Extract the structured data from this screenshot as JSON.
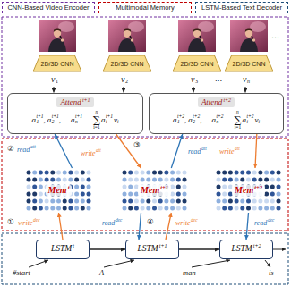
{
  "diagram": {
    "nodes": [
      {
        "text": [
          "CNN-Based Video Encoder"
        ]
      },
      {
        "text": [
          "Multimodal Memory"
        ]
      },
      {
        "text": [
          "LSTM-Based Text Decoder"
        ]
      },
      {
        "text": [
          "2D/3D CNN"
        ]
      },
      {
        "text": [
          "2D/3D CNN"
        ]
      },
      {
        "text": [
          "2D/3D CNN"
        ]
      },
      {
        "text": [
          "2D/3D CNN"
        ]
      },
      {
        "text": [
          "Attend",
          "t+1",
          "a",
          "1",
          "t+1",
          ",",
          "a",
          "2",
          "t+1",
          ", ...",
          "a",
          "n",
          "t+1",
          "n",
          "∑",
          "i=1",
          "a",
          "i",
          "t+1",
          "v",
          "i"
        ]
      },
      {
        "text": [
          "Attend",
          "t+2",
          "a",
          "1",
          "t+2",
          ",",
          "a",
          "2",
          "t+2",
          ", ...",
          "a",
          "n",
          "t+2",
          "n",
          "∑",
          "i=1",
          "a",
          "i",
          "t+2",
          "v",
          "i"
        ]
      },
      {
        "text": [
          "Mem",
          "t"
        ]
      },
      {
        "text": [
          "Mem",
          "t+1"
        ]
      },
      {
        "text": [
          "Mem",
          "t+2"
        ]
      },
      {
        "text": [
          "LSTM",
          "t"
        ]
      },
      {
        "text": [
          "LSTM",
          "t+1"
        ]
      },
      {
        "text": [
          "LSTM",
          "t+2"
        ]
      }
    ],
    "edges": [
      {
        "from": 9,
        "to": 7,
        "arrow": "to"
      },
      {
        "from": 7,
        "to": 10,
        "arrow": "to"
      },
      {
        "from": 10,
        "to": 8,
        "arrow": "to"
      },
      {
        "from": 8,
        "to": 11,
        "arrow": "to"
      },
      {
        "from": 12,
        "to": 9,
        "arrow": "to"
      },
      {
        "from": 10,
        "to": 13,
        "arrow": "to"
      },
      {
        "from": 13,
        "to": 10,
        "arrow": "to"
      },
      {
        "from": 11,
        "to": 14,
        "arrow": "to"
      },
      {
        "from": 12,
        "to": 13,
        "arrow": "to"
      },
      {
        "from": 13,
        "to": 14,
        "arrow": "to"
      }
    ],
    "labels": [
      "...",
      "v",
      "1",
      "v",
      "2",
      "v",
      "3",
      "...",
      "v",
      "n",
      "②",
      "read",
      "att",
      "write",
      "att",
      "③",
      "read",
      "att",
      "write",
      "att",
      "①",
      "write",
      "dec",
      "read",
      "dec",
      "④",
      "write",
      "dec",
      "read",
      "dec",
      "#start",
      "A",
      "man",
      "is"
    ]
  }
}
